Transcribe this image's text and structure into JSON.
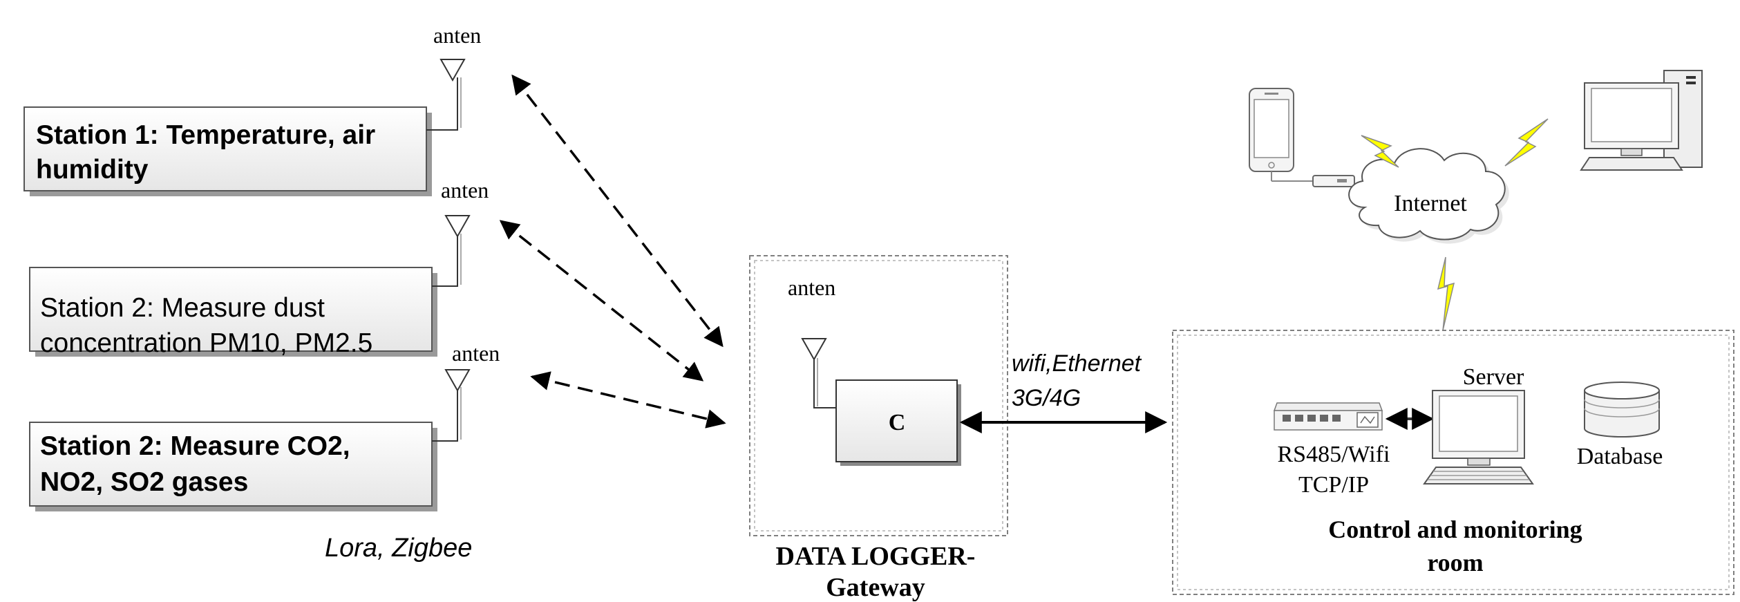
{
  "stations": [
    {
      "line1": "Station 1: Temperature, air",
      "line2": "humidity",
      "antenna_label": "anten"
    },
    {
      "line1": "Station 2: Measure dust",
      "line2": "concentration PM10, PM2.5",
      "antenna_label": "anten"
    },
    {
      "line1": "Station 2: Measure CO2,",
      "line2": "NO2, SO2 gases",
      "antenna_label": "anten"
    }
  ],
  "wireless_protocol_label": "Lora, Zigbee",
  "gateway": {
    "antenna_label": "anten",
    "controller_label": "C",
    "title_line1": "DATA LOGGER-",
    "title_line2": "Gateway"
  },
  "link_label": {
    "line1": "wifi,Ethernet",
    "line2": "3G/4G"
  },
  "cloud_label": "Internet",
  "control_room": {
    "converter_line1": "RS485/Wifi",
    "converter_line2": "TCP/IP",
    "server_label": "Server",
    "database_label": "Database",
    "title_line1": "Control and monitoring",
    "title_line2": "room"
  },
  "colors": {
    "lightning": "#ffff00",
    "box_fill": "#f2f2f2",
    "dashed_border": "#7f7f7f"
  }
}
